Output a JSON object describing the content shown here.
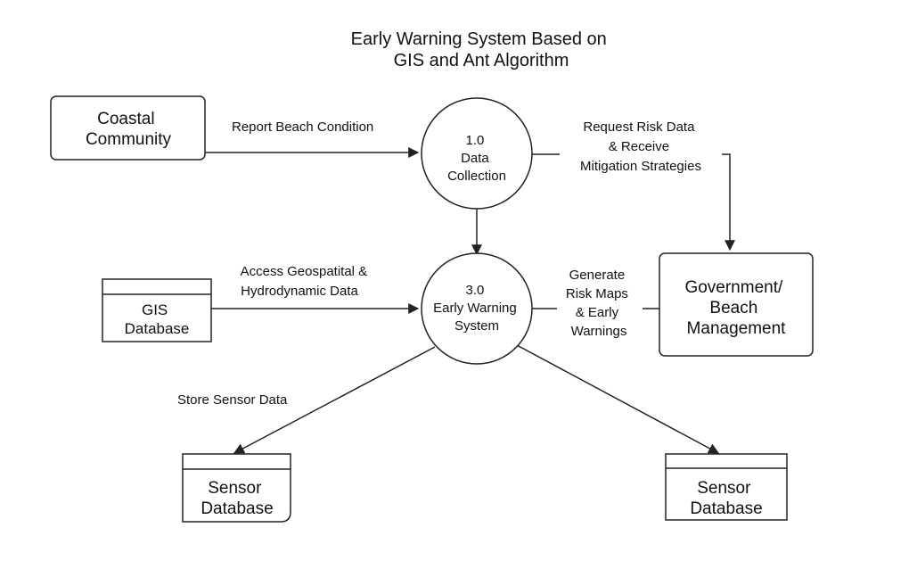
{
  "title": [
    "Early Warning System Based on",
    "GIS and Ant Algorithm"
  ],
  "entities": {
    "coastal_community": [
      "Coastal",
      "Community"
    ],
    "government": [
      "Government/",
      "Beach",
      "Management"
    ]
  },
  "processes": {
    "data_collection": [
      "1.0",
      "Data",
      "Collection"
    ],
    "early_warning": [
      "3.0",
      "Early Warning",
      "System"
    ]
  },
  "stores": {
    "gis": [
      "GIS",
      "Database"
    ],
    "sensor_left": [
      "Sensor",
      "Database"
    ],
    "sensor_right": [
      "Sensor",
      "Database"
    ]
  },
  "flows": {
    "report_beach": [
      "Report Beach Condition"
    ],
    "request_risk": [
      "Request Risk Data",
      "& Receive",
      "Mitigation Strategies"
    ],
    "access_geo": [
      "Access Geospatital &",
      "Hydrodynamic Data"
    ],
    "generate_risk": [
      "Generate",
      "Risk Maps",
      "& Early",
      "Warnings"
    ],
    "store_sensor": [
      "Store Sensor Data"
    ]
  },
  "colors": {
    "stroke": "#222222",
    "text": "#111111",
    "background": "#ffffff"
  }
}
